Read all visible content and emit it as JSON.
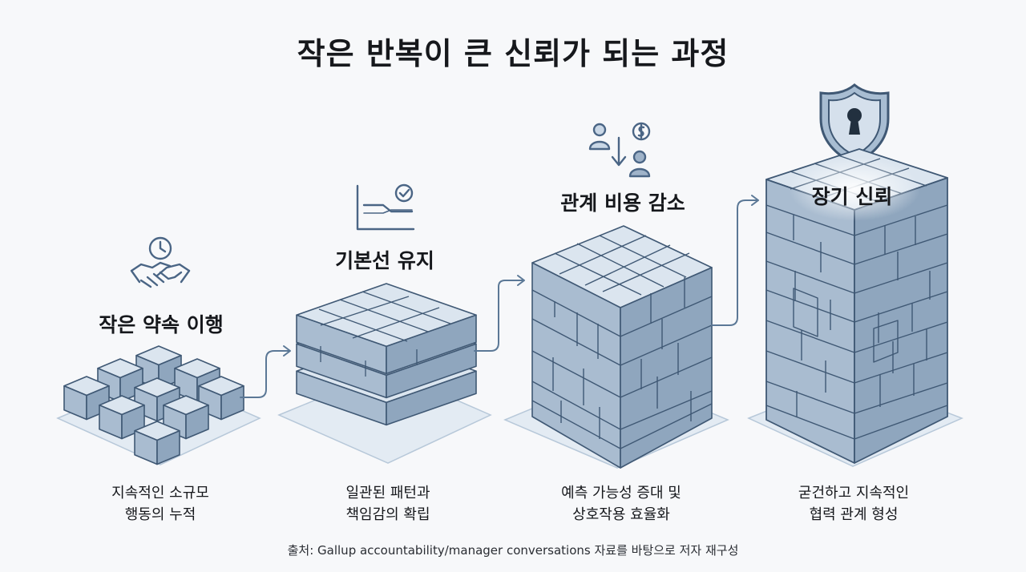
{
  "title": "작은 반복이 큰 신뢰가 되는 과정",
  "stages": [
    {
      "title": "작은 약속 이행",
      "caption": [
        "지속적인 소규모",
        "행동의 누적"
      ],
      "icon": "handshake-clock-icon"
    },
    {
      "title": "기본선 유지",
      "caption": [
        "일관된 패턴과",
        "책임감의 확립"
      ],
      "icon": "baseline-chart-check-icon"
    },
    {
      "title": "관계 비용 감소",
      "caption": [
        "예측 가능성 증대 및",
        "상호작용 효율화"
      ],
      "icon": "people-cost-down-icon"
    },
    {
      "title": "장기 신뢰",
      "caption": [
        "굳건하고 지속적인",
        "협력 관계 형성"
      ],
      "icon": "shield-keyhole-icon"
    }
  ],
  "source": "출처: Gallup accountability/manager conversations 자료를 바탕으로 저자 재구성",
  "colors": {
    "block_top": "#dbe5ef",
    "block_left": "#a9bcd0",
    "block_right": "#8fa6be",
    "outline": "#3f5874",
    "arrow": "#5b7896",
    "icon": "#4a6585"
  }
}
